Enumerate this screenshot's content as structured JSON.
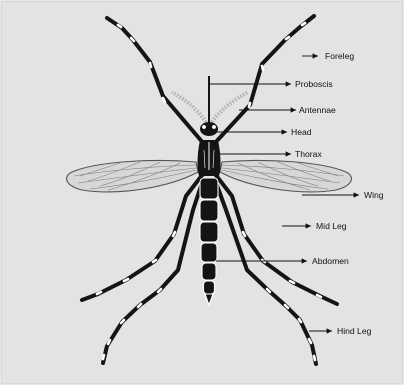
{
  "labels": {
    "foreleg": "Foreleg",
    "proboscis": "Proboscis",
    "antennae": "Antennae",
    "head": "Head",
    "thorax": "Thorax",
    "wing": "Wing",
    "mid_leg": "Mid Leg",
    "abdomen": "Abdomen",
    "hind_leg": "Hind Leg"
  },
  "colors": {
    "background": "#e3e3e3",
    "body": "#141414",
    "wing": "#d7d7d7",
    "band": "#ffffff"
  }
}
